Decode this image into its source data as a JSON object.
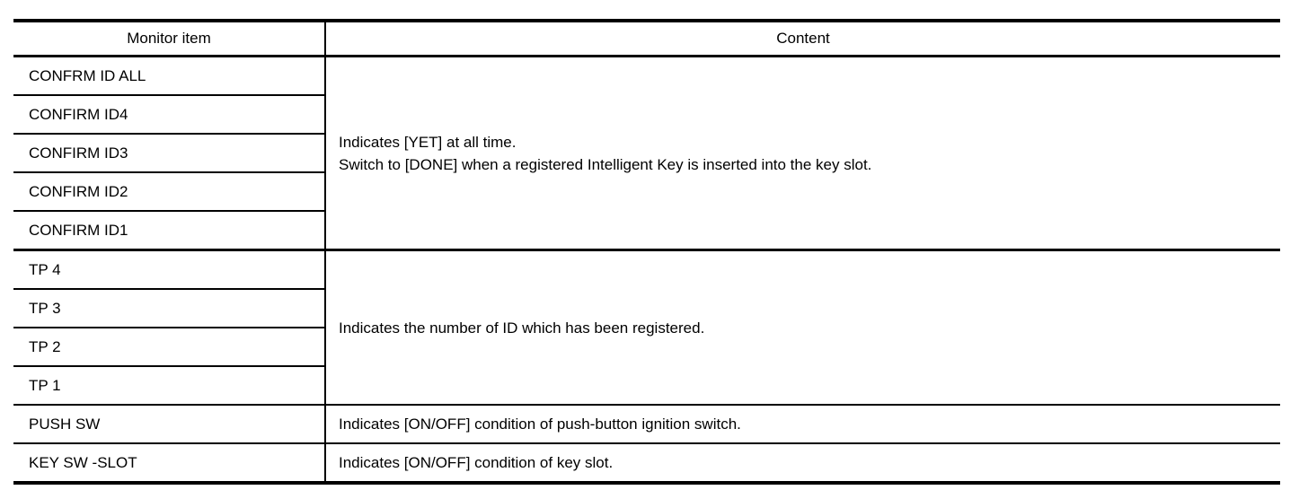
{
  "page": {
    "background": "#ffffff"
  },
  "table": {
    "header": {
      "monitor_item": "Monitor item",
      "content": "Content"
    },
    "groups": [
      {
        "items": [
          "CONFRM ID ALL",
          "CONFIRM ID4",
          "CONFIRM ID3",
          "CONFIRM ID2",
          "CONFIRM ID1"
        ],
        "content_lines": [
          "Indicates [YET] at all time.",
          "Switch to [DONE] when a registered Intelligent Key is inserted into the key slot."
        ]
      },
      {
        "items": [
          "TP 4",
          "TP 3",
          "TP 2",
          "TP 1"
        ],
        "content_lines": [
          "Indicates the number of ID which has been registered."
        ]
      },
      {
        "items": [
          "PUSH SW"
        ],
        "content_lines": [
          "Indicates [ON/OFF] condition of push-button ignition switch."
        ]
      },
      {
        "items": [
          "KEY SW -SLOT"
        ],
        "content_lines": [
          "Indicates [ON/OFF] condition of key slot."
        ]
      }
    ],
    "colors": {
      "border": "#000000",
      "text": "#000000",
      "background": "#ffffff"
    }
  }
}
